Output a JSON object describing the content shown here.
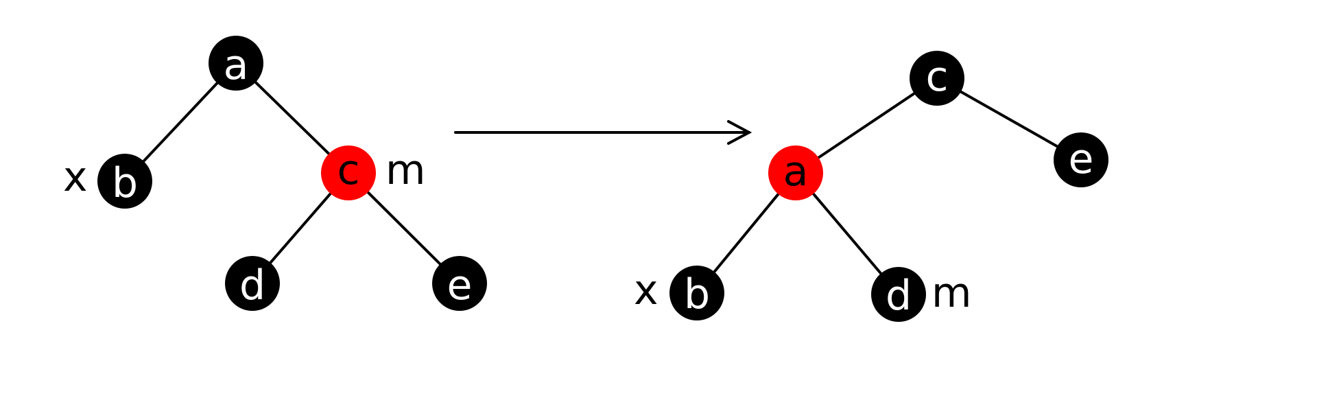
{
  "colors": {
    "black_node": "#000000",
    "red_node": "#ff0000",
    "label_on_black": "#ffffff",
    "label_on_red": "#000000",
    "edge": "#000000"
  },
  "before": {
    "nodes": {
      "a": {
        "label": "a",
        "color": "black"
      },
      "b": {
        "label": "b",
        "color": "black"
      },
      "c": {
        "label": "c",
        "color": "red"
      },
      "d": {
        "label": "d",
        "color": "black"
      },
      "e": {
        "label": "e",
        "color": "black"
      }
    },
    "markers": {
      "x": "x",
      "m": "m"
    }
  },
  "after": {
    "nodes": {
      "c": {
        "label": "c",
        "color": "black"
      },
      "a": {
        "label": "a",
        "color": "red"
      },
      "e": {
        "label": "e",
        "color": "black"
      },
      "b": {
        "label": "b",
        "color": "black"
      },
      "d": {
        "label": "d",
        "color": "black"
      }
    },
    "markers": {
      "x": "x",
      "m": "m"
    }
  },
  "arrow_icon": "right-arrow-icon"
}
